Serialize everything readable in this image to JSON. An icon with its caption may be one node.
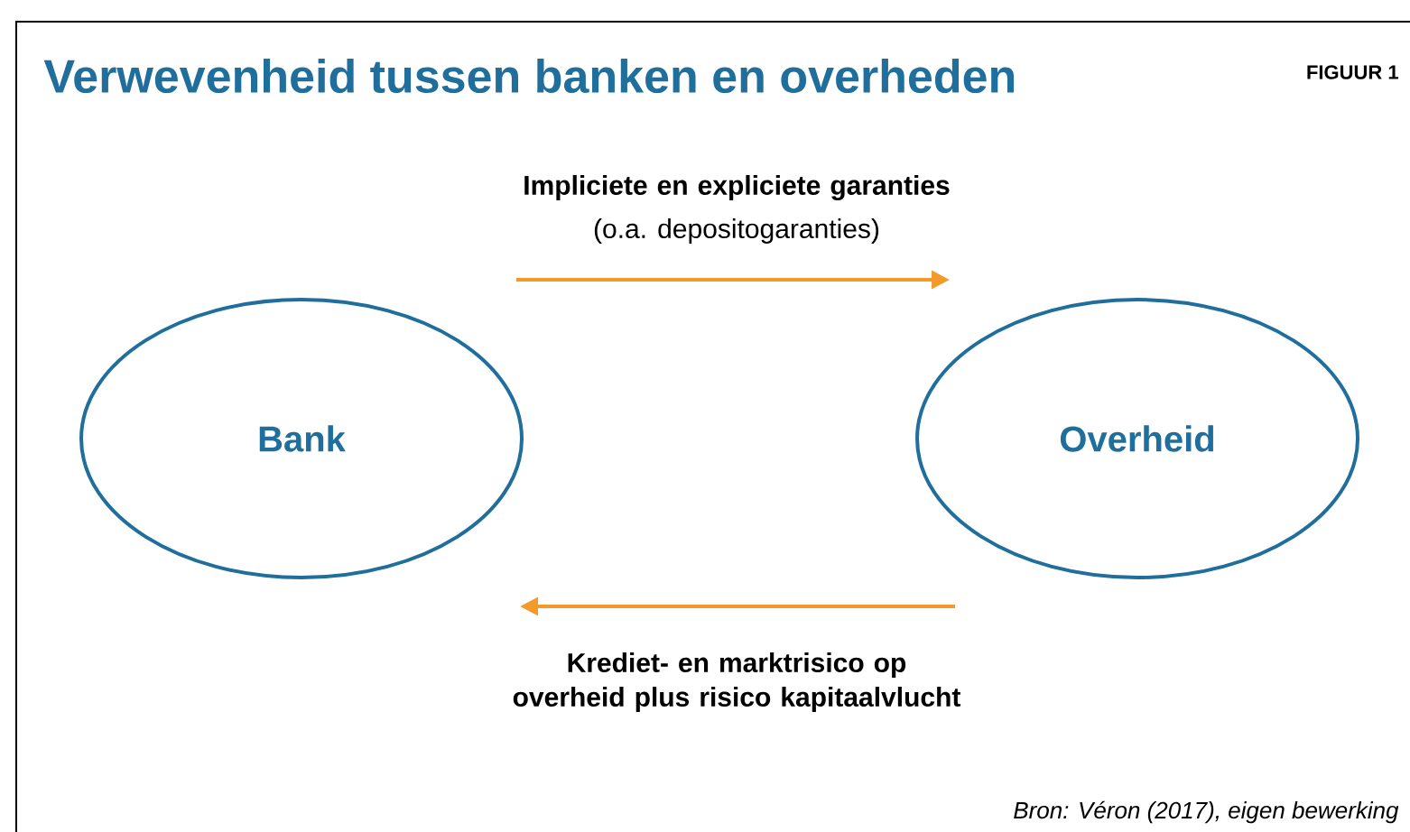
{
  "diagram": {
    "title": "Verwevenheid tussen banken en overheden",
    "nodes": [
      {
        "text": [
          "Bank"
        ]
      },
      {
        "text": [
          "Overheid"
        ]
      }
    ],
    "edges": [
      {
        "from": 0,
        "to": 1,
        "arrow": "to",
        "label": "Impliciete en expliciete garanties"
      },
      {
        "from": 1,
        "to": 0,
        "arrow": "to",
        "label": "Krediet- en marktrisico op overheid plus risico kapitaalvlucht"
      }
    ],
    "labels": [
      "FIGUUR 1",
      "(o.a. depositogaranties)",
      "Bron: Véron (2017), eigen bewerking"
    ]
  }
}
